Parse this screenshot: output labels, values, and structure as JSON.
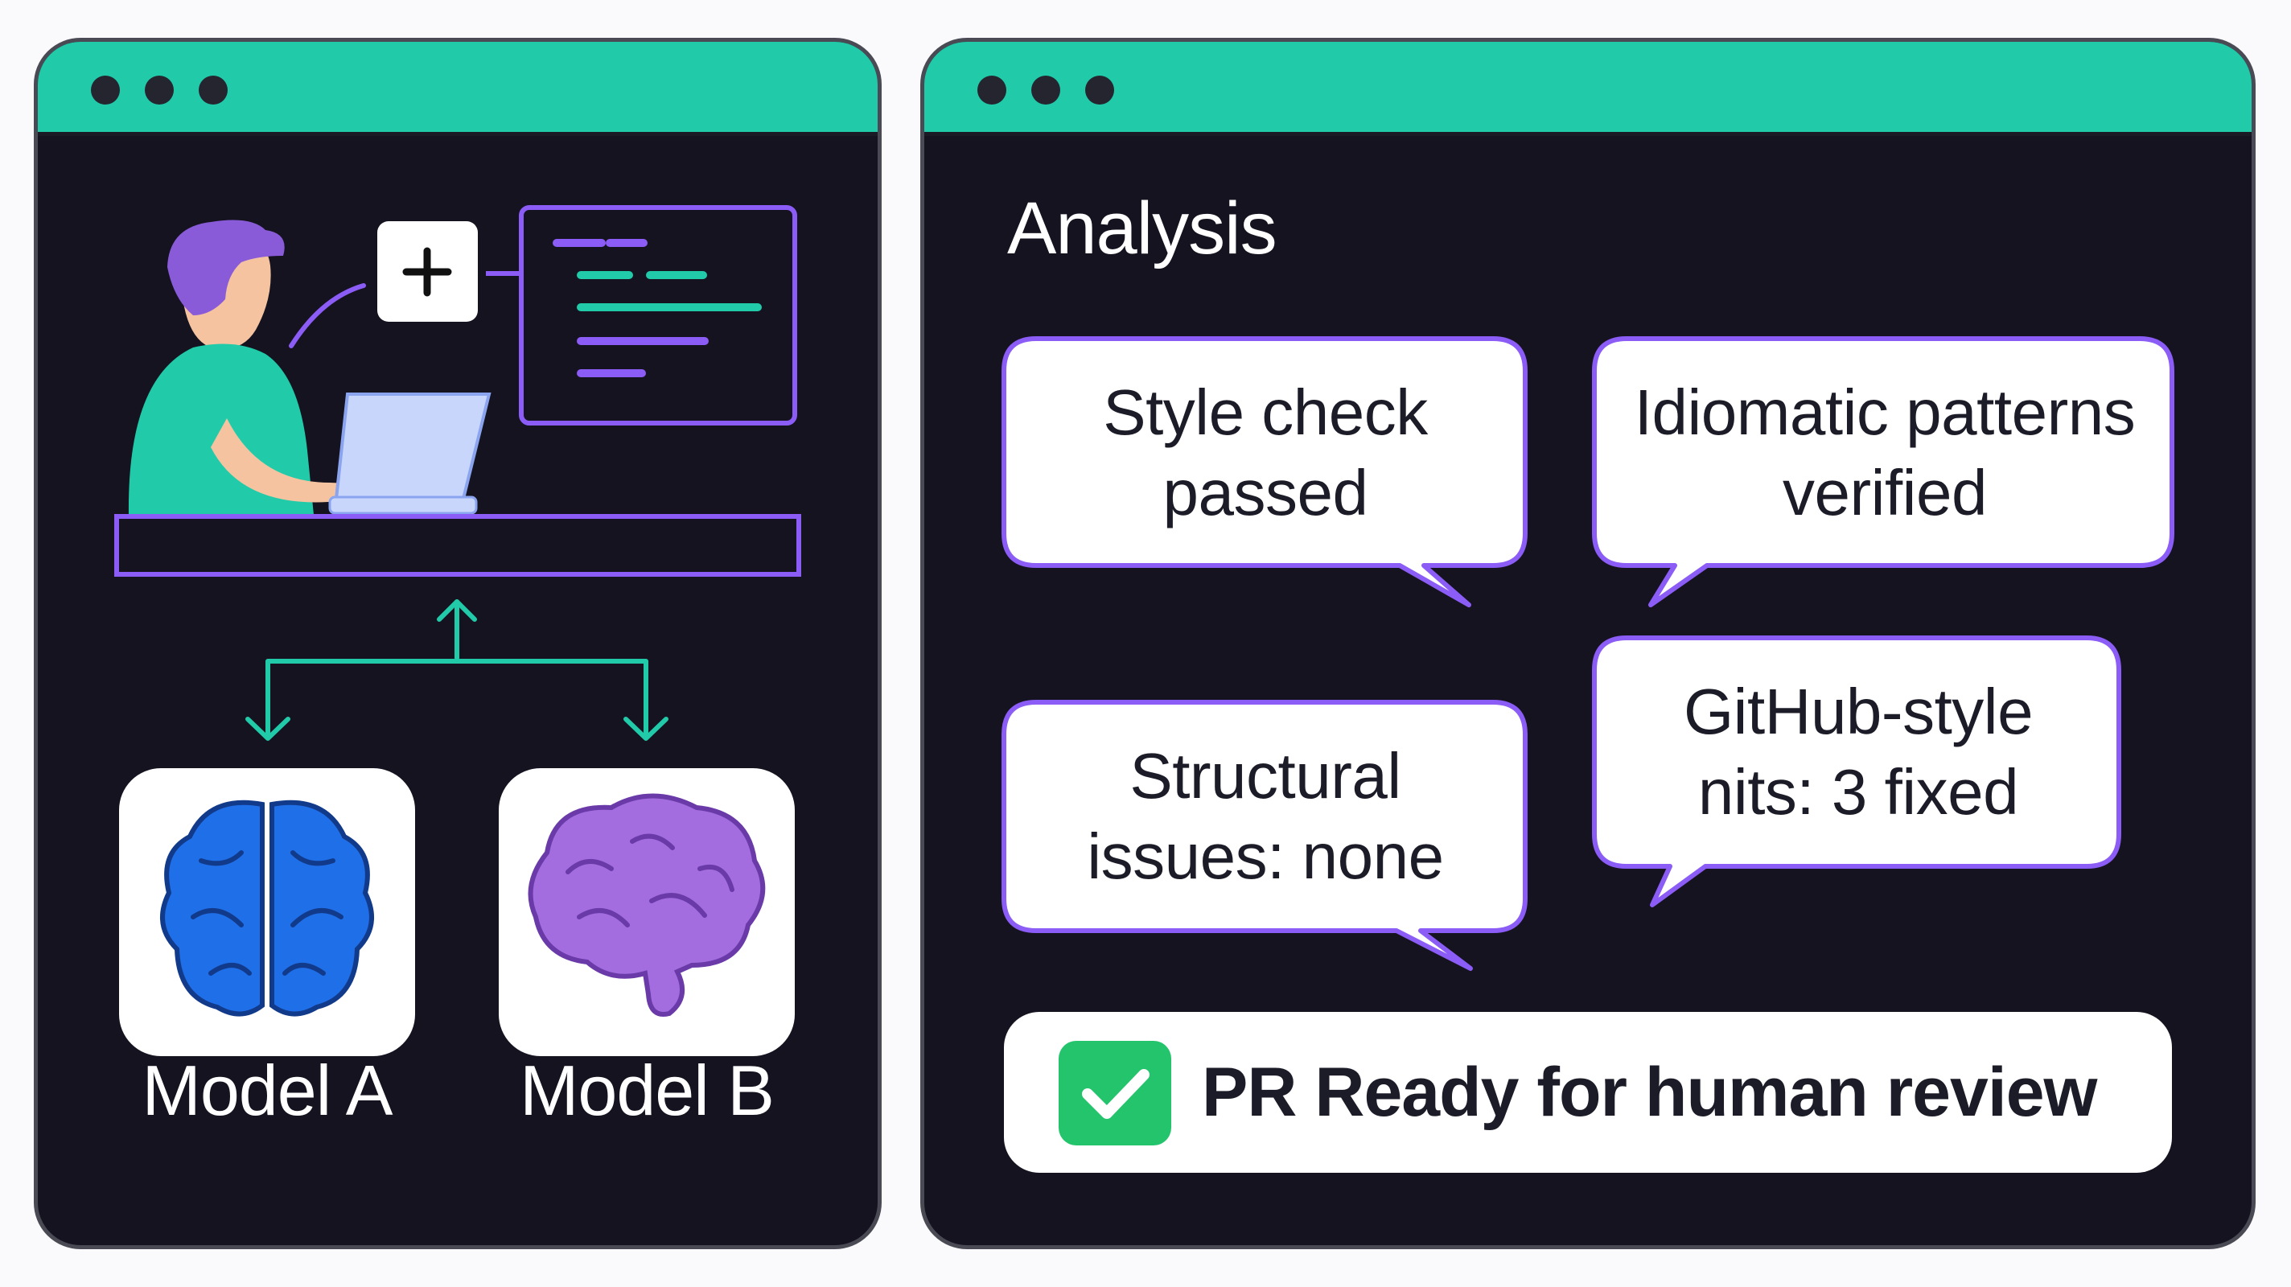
{
  "left_panel": {
    "models": [
      {
        "label": "Model A",
        "icon": "blue-brain-icon",
        "color": "#1f6fe8"
      },
      {
        "label": "Model B",
        "icon": "purple-brain-icon",
        "color": "#9c5fd8"
      }
    ]
  },
  "right_panel": {
    "title": "Analysis",
    "bubbles": [
      {
        "text": "Style check passed"
      },
      {
        "text": "Idiomatic patterns verified"
      },
      {
        "text": "Structural issues: none"
      },
      {
        "text": "GitHub-style nits: 3 fixed"
      }
    ],
    "status": {
      "text": "PR Ready for human review",
      "icon": "check-icon",
      "color": "#24c46c"
    }
  },
  "colors": {
    "titlebar": "#21cba9",
    "window_bg": "#14131f",
    "accent_purple": "#8b5cf6",
    "accent_teal": "#21cba9"
  }
}
